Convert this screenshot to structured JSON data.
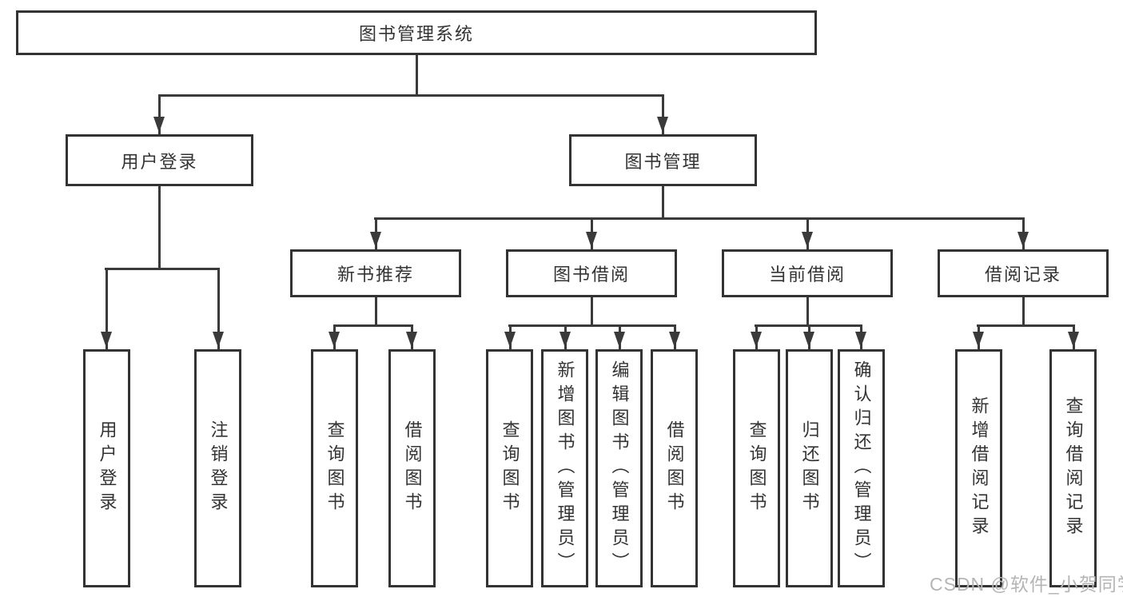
{
  "tree": {
    "root": {
      "label": "图书管理系统"
    },
    "branches": [
      {
        "label": "用户登录",
        "children": [
          "用户登录",
          "注销登录"
        ]
      },
      {
        "label": "图书管理",
        "groups": [
          {
            "label": "新书推荐",
            "children": [
              "查询图书",
              "借阅图书"
            ]
          },
          {
            "label": "图书借阅",
            "children": [
              "查询图书",
              "新增图书（管理员）",
              "编辑图书（管理员）",
              "借阅图书"
            ]
          },
          {
            "label": "当前借阅",
            "children": [
              "查询图书",
              "归还图书",
              "确认归还（管理员）"
            ]
          },
          {
            "label": "借阅记录",
            "children": [
              "新增借阅记录",
              "查询借阅记录"
            ]
          }
        ]
      }
    ]
  },
  "colors": {
    "line": "#3a3a3a",
    "border": "#333333",
    "text": "#333333",
    "watermark": "#b5b5b5"
  },
  "watermark": "CSDN @软件_小贺同学"
}
